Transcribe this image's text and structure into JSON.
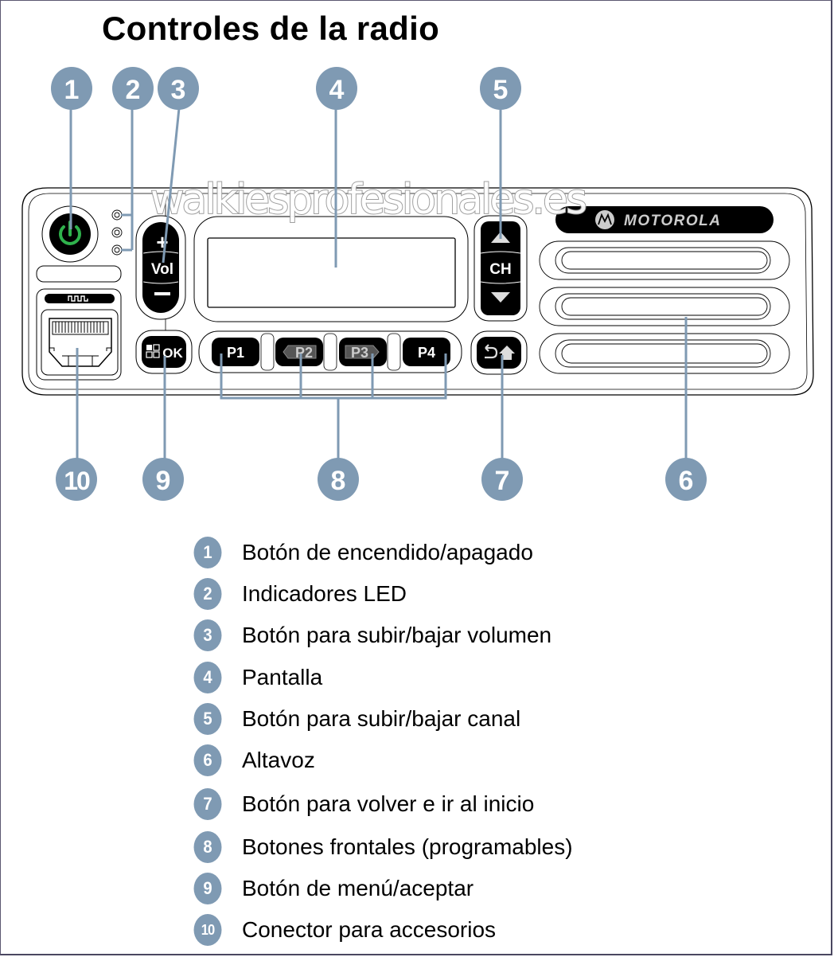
{
  "title": "Controles de la radio",
  "watermark": "walkiesprofesionales.es",
  "brand": {
    "name": "MOTOROLA",
    "logo_icon": "motorola-batwing-logo"
  },
  "colors": {
    "callout": "#7f9ab3",
    "power_icon": "#2fb24c",
    "button_fill": "#000000",
    "frame": "#5b5870"
  },
  "radio": {
    "volume_button": {
      "plus": "+",
      "label": "Vol",
      "minus": "−"
    },
    "channel_button": {
      "up_icon": "triangle-up-icon",
      "label": "CH",
      "down_icon": "triangle-down-icon"
    },
    "menu_ok_button": {
      "icon": "menu-grid-icon",
      "label": "OK"
    },
    "back_home_button": {
      "back_icon": "back-arrow-icon",
      "home_icon": "home-icon"
    },
    "programmable_buttons": [
      {
        "label": "P1"
      },
      {
        "label": "P2",
        "arrow": "left"
      },
      {
        "label": "P3",
        "arrow": "right"
      },
      {
        "label": "P4"
      }
    ],
    "connector_icon_label": "pulse-icon",
    "led_count": 3
  },
  "callouts": [
    {
      "number": "1"
    },
    {
      "number": "2"
    },
    {
      "number": "3"
    },
    {
      "number": "4"
    },
    {
      "number": "5"
    },
    {
      "number": "6"
    },
    {
      "number": "7"
    },
    {
      "number": "8"
    },
    {
      "number": "9"
    },
    {
      "number": "10"
    }
  ],
  "legend": [
    {
      "number": "1",
      "label": "Botón de encendido/apagado"
    },
    {
      "number": "2",
      "label": "Indicadores LED"
    },
    {
      "number": "3",
      "label": "Botón para subir/bajar volumen"
    },
    {
      "number": "4",
      "label": "Pantalla"
    },
    {
      "number": "5",
      "label": "Botón para subir/bajar canal"
    },
    {
      "number": "6",
      "label": "Altavoz"
    },
    {
      "number": "7",
      "label": "Botón para volver e ir al inicio"
    },
    {
      "number": "8",
      "label": "Botones frontales (programables)"
    },
    {
      "number": "9",
      "label": "Botón de menú/aceptar"
    },
    {
      "number": "10",
      "label": "Conector para accesorios"
    }
  ]
}
